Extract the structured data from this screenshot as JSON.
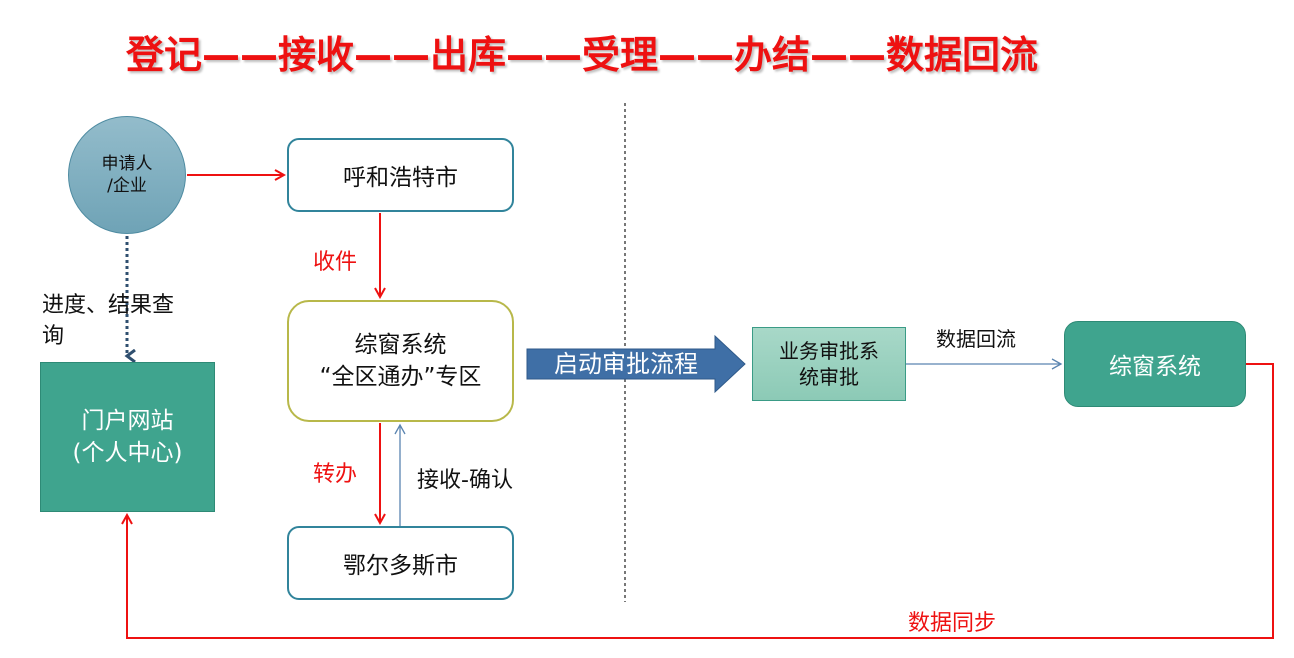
{
  "title": "登记——接收——出库——受理——办结——数据回流",
  "nodes": {
    "applicant": "申请人\n/企业",
    "applicant_line1": "申请人",
    "applicant_line2": "/企业",
    "hohhot": "呼和浩特市",
    "zongchuang_zone_line1": "综窗系统",
    "zongchuang_zone_line2": "“全区通办”专区",
    "ordos": "鄂尔多斯市",
    "portal_line1": "门户网站",
    "portal_line2": "(个人中心)",
    "approval_line1": "业务审批系",
    "approval_line2": "统审批",
    "zongchuang": "综窗系统"
  },
  "labels": {
    "receive": "收件",
    "transfer": "转办",
    "confirm": "接收-确认",
    "query_line1": "进度、结果查",
    "query_line2": "询",
    "start_approval": "启动审批流程",
    "data_return": "数据回流",
    "data_sync": "数据同步"
  },
  "colors": {
    "red": "#ee1111",
    "teal": "#3fa48e",
    "blue_arrow": "#3f6fa6",
    "box_border": "#31849b"
  }
}
